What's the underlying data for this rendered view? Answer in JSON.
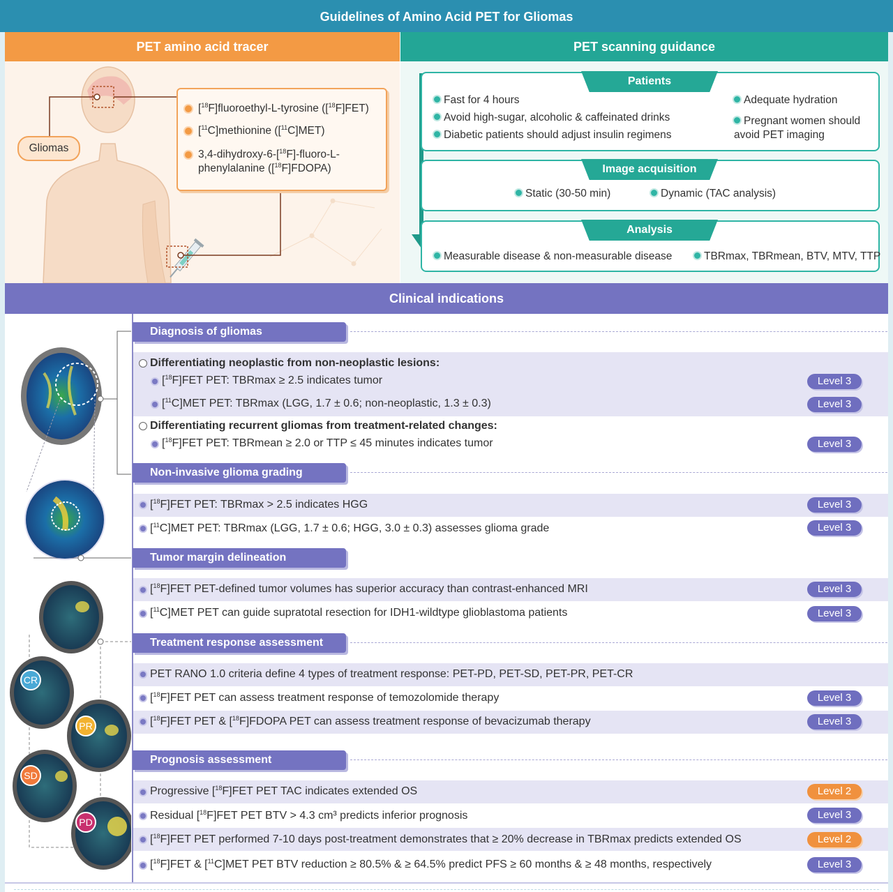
{
  "title": "Guidelines of Amino Acid PET for Gliomas",
  "left_panel": {
    "header": "PET amino acid tracer",
    "gliomas_label": "Gliomas",
    "tracers": [
      {
        "pre": "[",
        "sup1": "18",
        "mid": "F]fluoroethyl-L-tyrosine ([",
        "sup2": "18",
        "post": "F]FET)"
      },
      {
        "pre": "[",
        "sup1": "11",
        "mid": "C]methionine ([",
        "sup2": "11",
        "post": "C]MET)"
      },
      {
        "pre": "3,4-dihydroxy-6-[",
        "sup1": "18",
        "mid": "F]-fluoro-L-phenylalanine ([",
        "sup2": "18",
        "post": "F]FDOPA)"
      }
    ]
  },
  "right_panel": {
    "header": "PET scanning guidance",
    "patients": {
      "tab": "Patients",
      "items": [
        "Fast for 4 hours",
        "Avoid high-sugar, alcoholic & caffeinated drinks",
        "Diabetic patients should adjust insulin regimens",
        "Adequate hydration",
        "Pregnant women should avoid PET imaging"
      ]
    },
    "acquisition": {
      "tab": "Image acquisition",
      "items": [
        "Static (30-50 min)",
        "Dynamic (TAC analysis)"
      ]
    },
    "analysis": {
      "tab": "Analysis",
      "items": [
        "Measurable disease & non-measurable disease",
        "TBRmax, TBRmean, BTV, MTV, TTP"
      ]
    }
  },
  "clinical": {
    "header": "Clinical indications",
    "sections": {
      "diagnosis": "Diagnosis of gliomas",
      "grading": "Non-invasive glioma grading",
      "margin": "Tumor margin delineation",
      "response": "Treatment response assessment",
      "prognosis": "Prognosis assessment"
    },
    "diagnosis_sub1": "Differentiating neoplastic from non-neoplastic lesions:",
    "diagnosis_sub2": "Differentiating recurrent gliomas from treatment-related changes:",
    "rows": [
      {
        "pre": "[",
        "sup": "18",
        "text": "F]FET PET: TBRmax ≥ 2.5 indicates tumor",
        "level": "Level 3"
      },
      {
        "pre": "[",
        "sup": "11",
        "text": "C]MET PET: TBRmax (LGG, 1.7 ± 0.6; non-neoplastic, 1.3 ± 0.3)",
        "level": "Level 3"
      },
      {
        "pre": "[",
        "sup": "18",
        "text": "F]FET PET: TBRmean ≥ 2.0 or TTP ≤ 45 minutes indicates tumor",
        "level": "Level 3"
      },
      {
        "pre": "[",
        "sup": "18",
        "text": "F]FET PET: TBRmax > 2.5 indicates HGG",
        "level": "Level 3"
      },
      {
        "pre": "[",
        "sup": "11",
        "text": "C]MET PET: TBRmax (LGG, 1.7 ± 0.6; HGG, 3.0 ± 0.3) assesses glioma grade",
        "level": "Level 3"
      },
      {
        "pre": "[",
        "sup": "18",
        "text": "F]FET PET-defined tumor volumes has superior accuracy than contrast-enhanced MRI",
        "level": "Level 3"
      },
      {
        "pre": "[",
        "sup": "11",
        "text": "C]MET PET can guide supratotal resection for IDH1-wildtype glioblastoma patients",
        "level": "Level 3"
      },
      {
        "pre": "",
        "sup": "",
        "text": "PET RANO 1.0 criteria define 4 types of treatment response: PET-PD, PET-SD, PET-PR, PET-CR",
        "level": ""
      },
      {
        "pre": "[",
        "sup": "18",
        "text": "F]FET PET can assess treatment response of temozolomide therapy",
        "level": "Level 3"
      },
      {
        "pre": "[",
        "sup": "18",
        "text": "F]FET PET & [",
        "sup2": "18",
        "text2": "F]FDOPA PET can assess treatment response of bevacizumab therapy",
        "level": "Level 3"
      },
      {
        "pre": "Progressive [",
        "sup": "18",
        "text": "F]FET PET TAC indicates extended OS",
        "level": "Level 2"
      },
      {
        "pre": "Residual [",
        "sup": "18",
        "text": "F]FET PET BTV > 4.3 cm³ predicts inferior prognosis",
        "level": "Level 3"
      },
      {
        "pre": "[",
        "sup": "18",
        "text": "F]FET PET performed 7-10 days post-treatment demonstrates that ≥ 20% decrease in TBRmax predicts extended OS",
        "level": "Level 2"
      },
      {
        "pre": "[",
        "sup": "18",
        "text": "F]FET & [",
        "sup2": "11",
        "text2": "C]MET PET BTV reduction ≥ 80.5% & ≥ 64.5% predict PFS ≥ 60 months & ≥ 48 months, respectively",
        "level": "Level 3"
      }
    ],
    "badges": [
      "CR",
      "PR",
      "SD",
      "PD"
    ]
  },
  "colors": {
    "title": "#2b8fb0",
    "tracer": "#f39a44",
    "guidance": "#23a696",
    "clinical": "#7473c1",
    "level2": "#f0913e",
    "level3": "#6f6ebf"
  }
}
